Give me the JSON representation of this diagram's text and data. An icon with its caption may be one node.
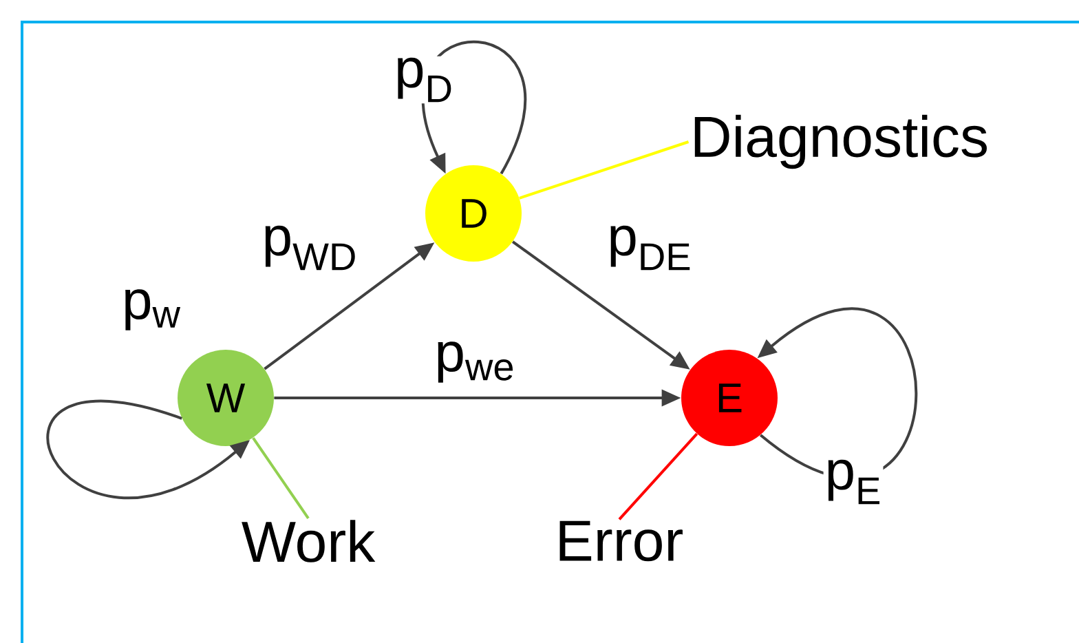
{
  "diagram": {
    "nodes": [
      {
        "text": [
          "D"
        ]
      },
      {
        "text": [
          "W"
        ]
      },
      {
        "text": [
          "E"
        ]
      },
      {
        "text": [
          "Diagnostics"
        ]
      },
      {
        "text": [
          "Work"
        ]
      },
      {
        "text": [
          "Error"
        ]
      }
    ],
    "edges": [
      {
        "from": 0,
        "to": 0,
        "arrow": "to",
        "label": "p$_{D}$"
      },
      {
        "from": 1,
        "to": 1,
        "arrow": "to",
        "label": "p$_{w}$"
      },
      {
        "from": 1,
        "to": 0,
        "arrow": "to",
        "label": "p$_{WD}$"
      },
      {
        "from": 0,
        "to": 2,
        "arrow": "to",
        "label": "p$_{DE}$"
      },
      {
        "from": 1,
        "to": 2,
        "arrow": "to",
        "label": "p$_{we}$"
      },
      {
        "from": 2,
        "to": 2,
        "arrow": "to",
        "label": "p$_{E}$"
      },
      {
        "from": 3,
        "to": 0,
        "arrow": "none",
        "color": "#ffff00"
      },
      {
        "from": 4,
        "to": 1,
        "arrow": "none",
        "color": "#92d050"
      },
      {
        "from": 5,
        "to": 2,
        "arrow": "none",
        "color": "#ff0000"
      }
    ]
  }
}
